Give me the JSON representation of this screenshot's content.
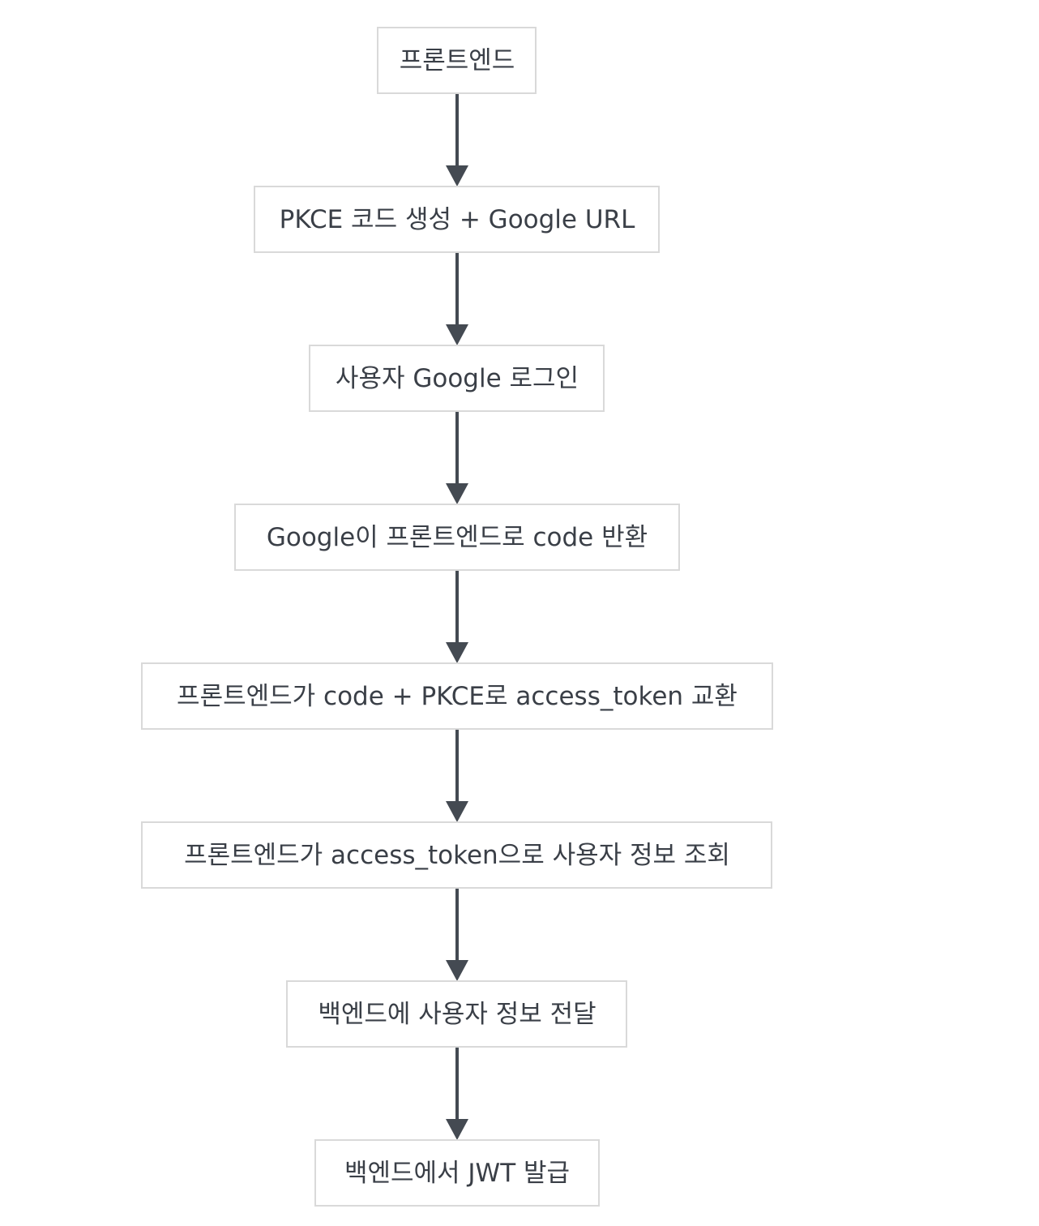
{
  "diagram": {
    "type": "flowchart",
    "direction": "top-to-bottom",
    "nodes": [
      {
        "id": "frontend",
        "label": "프론트엔드"
      },
      {
        "id": "pkce",
        "label": "PKCE 코드 생성 + Google URL"
      },
      {
        "id": "login",
        "label": "사용자 Google 로그인"
      },
      {
        "id": "code",
        "label": "Google이 프론트엔드로 code 반환"
      },
      {
        "id": "exchange",
        "label": "프론트엔드가 code + PKCE로 access_token 교환"
      },
      {
        "id": "userinfo",
        "label": "프론트엔드가 access_token으로 사용자 정보 조회"
      },
      {
        "id": "send",
        "label": "백엔드에 사용자 정보 전달"
      },
      {
        "id": "jwt",
        "label": "백엔드에서 JWT 발급"
      }
    ],
    "edges": [
      {
        "from": "frontend",
        "to": "pkce"
      },
      {
        "from": "pkce",
        "to": "login"
      },
      {
        "from": "login",
        "to": "code"
      },
      {
        "from": "code",
        "to": "exchange"
      },
      {
        "from": "exchange",
        "to": "userinfo"
      },
      {
        "from": "userinfo",
        "to": "send"
      },
      {
        "from": "send",
        "to": "jwt"
      }
    ]
  },
  "colors": {
    "node_fill": "#ffffff",
    "node_border": "#d9d9d9",
    "text": "#3a3f47",
    "edge": "#444a52"
  }
}
